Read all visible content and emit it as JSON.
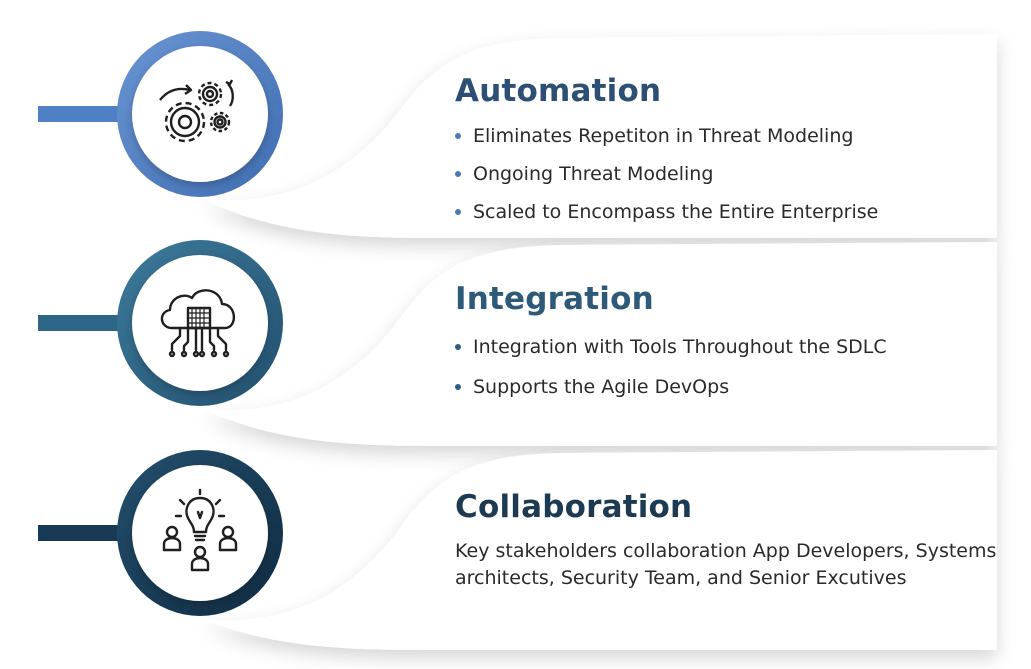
{
  "sections": [
    {
      "title": "Automation",
      "bullets": [
        "Eliminates Repetiton in Threat Modeling",
        "Ongoing Threat Modeling",
        "Scaled to Encompass the Entire Enterprise"
      ],
      "icon": "gears-icon",
      "color": "#4f7fc4"
    },
    {
      "title": "Integration",
      "bullets": [
        "Integration with Tools Throughout the SDLC",
        "Supports the Agile DevOps"
      ],
      "icon": "cloud-network-icon",
      "color": "#2e6688"
    },
    {
      "title": "Collaboration",
      "text": "Key stakeholders collaboration App Developers, Systems architects, Security Team, and Senior Excutives",
      "icon": "team-idea-icon",
      "color": "#183a55"
    }
  ]
}
